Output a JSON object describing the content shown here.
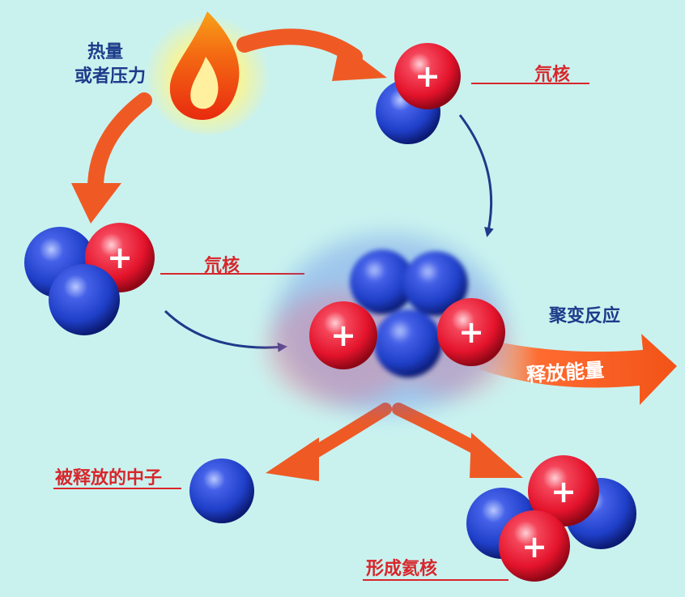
{
  "labels": {
    "heat_line1": "热量",
    "heat_line2": "或者压力",
    "tritium": "氘核",
    "deuterium": "氘核",
    "fusion": "聚变反应",
    "energy": "释放能量",
    "neutron": "被释放的中子",
    "helium": "形成氦核"
  },
  "particles": {
    "proton_symbol": "+",
    "proton_color": "#e3132b",
    "neutron_color": "#1f3fc8"
  },
  "colors": {
    "background": "#c9f2ef",
    "arrow_orange": "#ef5a24",
    "arrow_dark_blue": "#1d3b8a",
    "label_red": "#d8262b",
    "label_dark": "#1d3b8a"
  }
}
